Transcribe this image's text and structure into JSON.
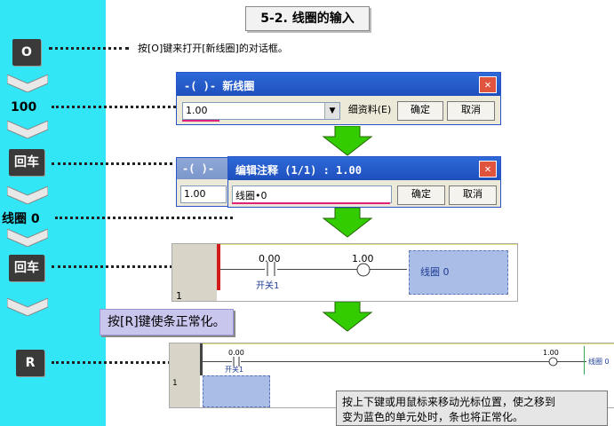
{
  "title": "5-2. 线圈的输入",
  "steps": {
    "key_o": "O",
    "note_o": "按[O]键来打开[新线圈]的对话框。",
    "input_100": "100",
    "key_enter1": "回车",
    "input_coil0": "线圈 0",
    "key_enter2": "回车",
    "key_r": "R",
    "note_r": "按[R]键使条正常化。"
  },
  "dialog_new_coil": {
    "title": "-( )- 新线圈",
    "field_value": "1.00",
    "detail_button": "细资料(E)",
    "ok_button": "确定",
    "cancel_button": "取消",
    "close": "✕"
  },
  "dialog_edit_comment": {
    "back_title": "-( )-",
    "back_field": "1.00",
    "title": "编辑注释 (1/1) : 1.00",
    "field_value": "线圈•0",
    "ok_button": "确定",
    "cancel_button": "取消",
    "close": "✕"
  },
  "ladder1": {
    "contact_addr": "0.00",
    "contact_name": "开关1",
    "coil_addr": "1.00",
    "coil_comment": "线圈 0",
    "row_num": "1"
  },
  "ladder2": {
    "contact_addr": "0.00",
    "contact_name": "开关1",
    "coil_addr": "1.00",
    "coil_comment": "线圈 0",
    "row_num": "1"
  },
  "info_text_line1": "按上下键或用鼠标来移动光标位置，使之移到",
  "info_text_line2": "变为蓝色的单元处时，条也将正常化。",
  "colors": {
    "strip": "#33e6f5",
    "arrow": "#33cc00",
    "titlebar": "#2d6ad8",
    "coil": "#a9bde6"
  }
}
